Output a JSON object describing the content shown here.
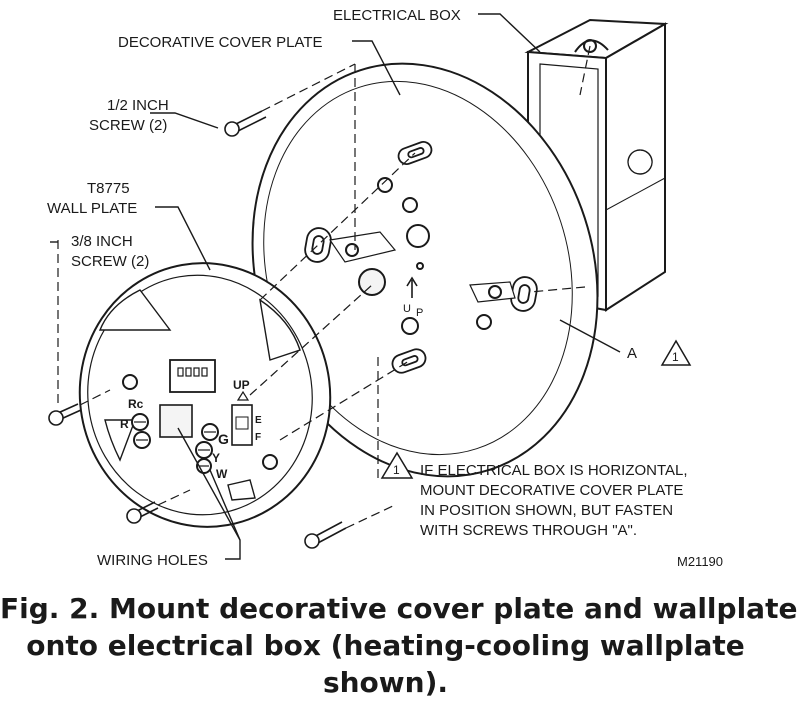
{
  "labels": {
    "electrical_box": "ELECTRICAL BOX",
    "decorative_cover_plate": "DECORATIVE COVER PLATE",
    "half_inch_screw": [
      "1/2 INCH",
      "SCREW (2)"
    ],
    "wall_plate": [
      "T8775",
      "WALL PLATE"
    ],
    "three_eighths_screw": [
      "3/8 INCH",
      "SCREW (2)"
    ],
    "wiring_holes": "WIRING HOLES",
    "callout_a": "A",
    "callout_number": "1",
    "up_arrow_letters": [
      "U",
      "P"
    ],
    "wallplate_up": "UP",
    "terminals": [
      "Rc",
      "R",
      "G",
      "Y",
      "W",
      "E",
      "F"
    ]
  },
  "note": {
    "number": "1",
    "lines": [
      "IF ELECTRICAL BOX IS HORIZONTAL,",
      "MOUNT DECORATIVE COVER PLATE",
      "IN POSITION SHOWN, BUT FASTEN",
      "WITH SCREWS THROUGH \"A\"."
    ]
  },
  "figure_code": "M21190",
  "caption": {
    "lines": [
      "Fig. 2. Mount decorative cover plate and wallplate",
      "onto electrical box (heating-cooling wallplate",
      "shown)."
    ]
  },
  "colors": {
    "ink": "#1a1a1a",
    "paper": "#ffffff"
  }
}
